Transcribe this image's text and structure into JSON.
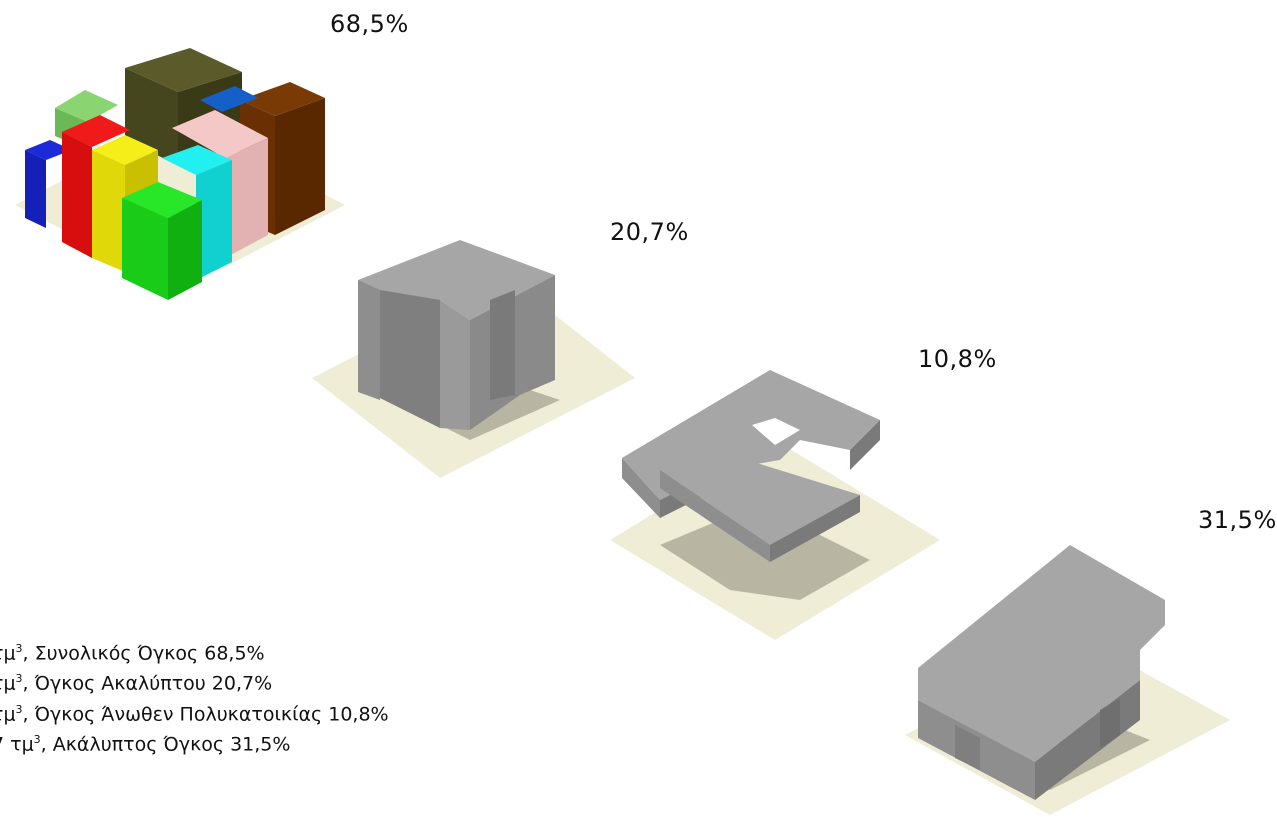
{
  "labels": {
    "total": "68,5%",
    "courtyard": "20,7%",
    "above": "10,8%",
    "uncovered": "31,5%"
  },
  "legend": [
    {
      "prefix": " τμ",
      "sup": "3",
      "text": ", Συνολικός Όγκος 68,5%"
    },
    {
      "prefix": " τμ",
      "sup": "3",
      "text": ", Όγκος Ακαλύπτου 20,7%"
    },
    {
      "prefix": " τμ",
      "sup": "3",
      "text": ", Όγκος Άνωθεν Πολυκατοικίας 10,8%"
    },
    {
      "prefix": "7 τμ",
      "sup": "3",
      "text": ", Ακάλυπτος Όγκος 31,5%"
    }
  ],
  "colors": {
    "ground": "#efedd6",
    "grey_top": "#a6a6a6",
    "grey_left": "#8e8e8e",
    "grey_right": "#7a7a7a",
    "shadow": "#b8b6a3"
  }
}
